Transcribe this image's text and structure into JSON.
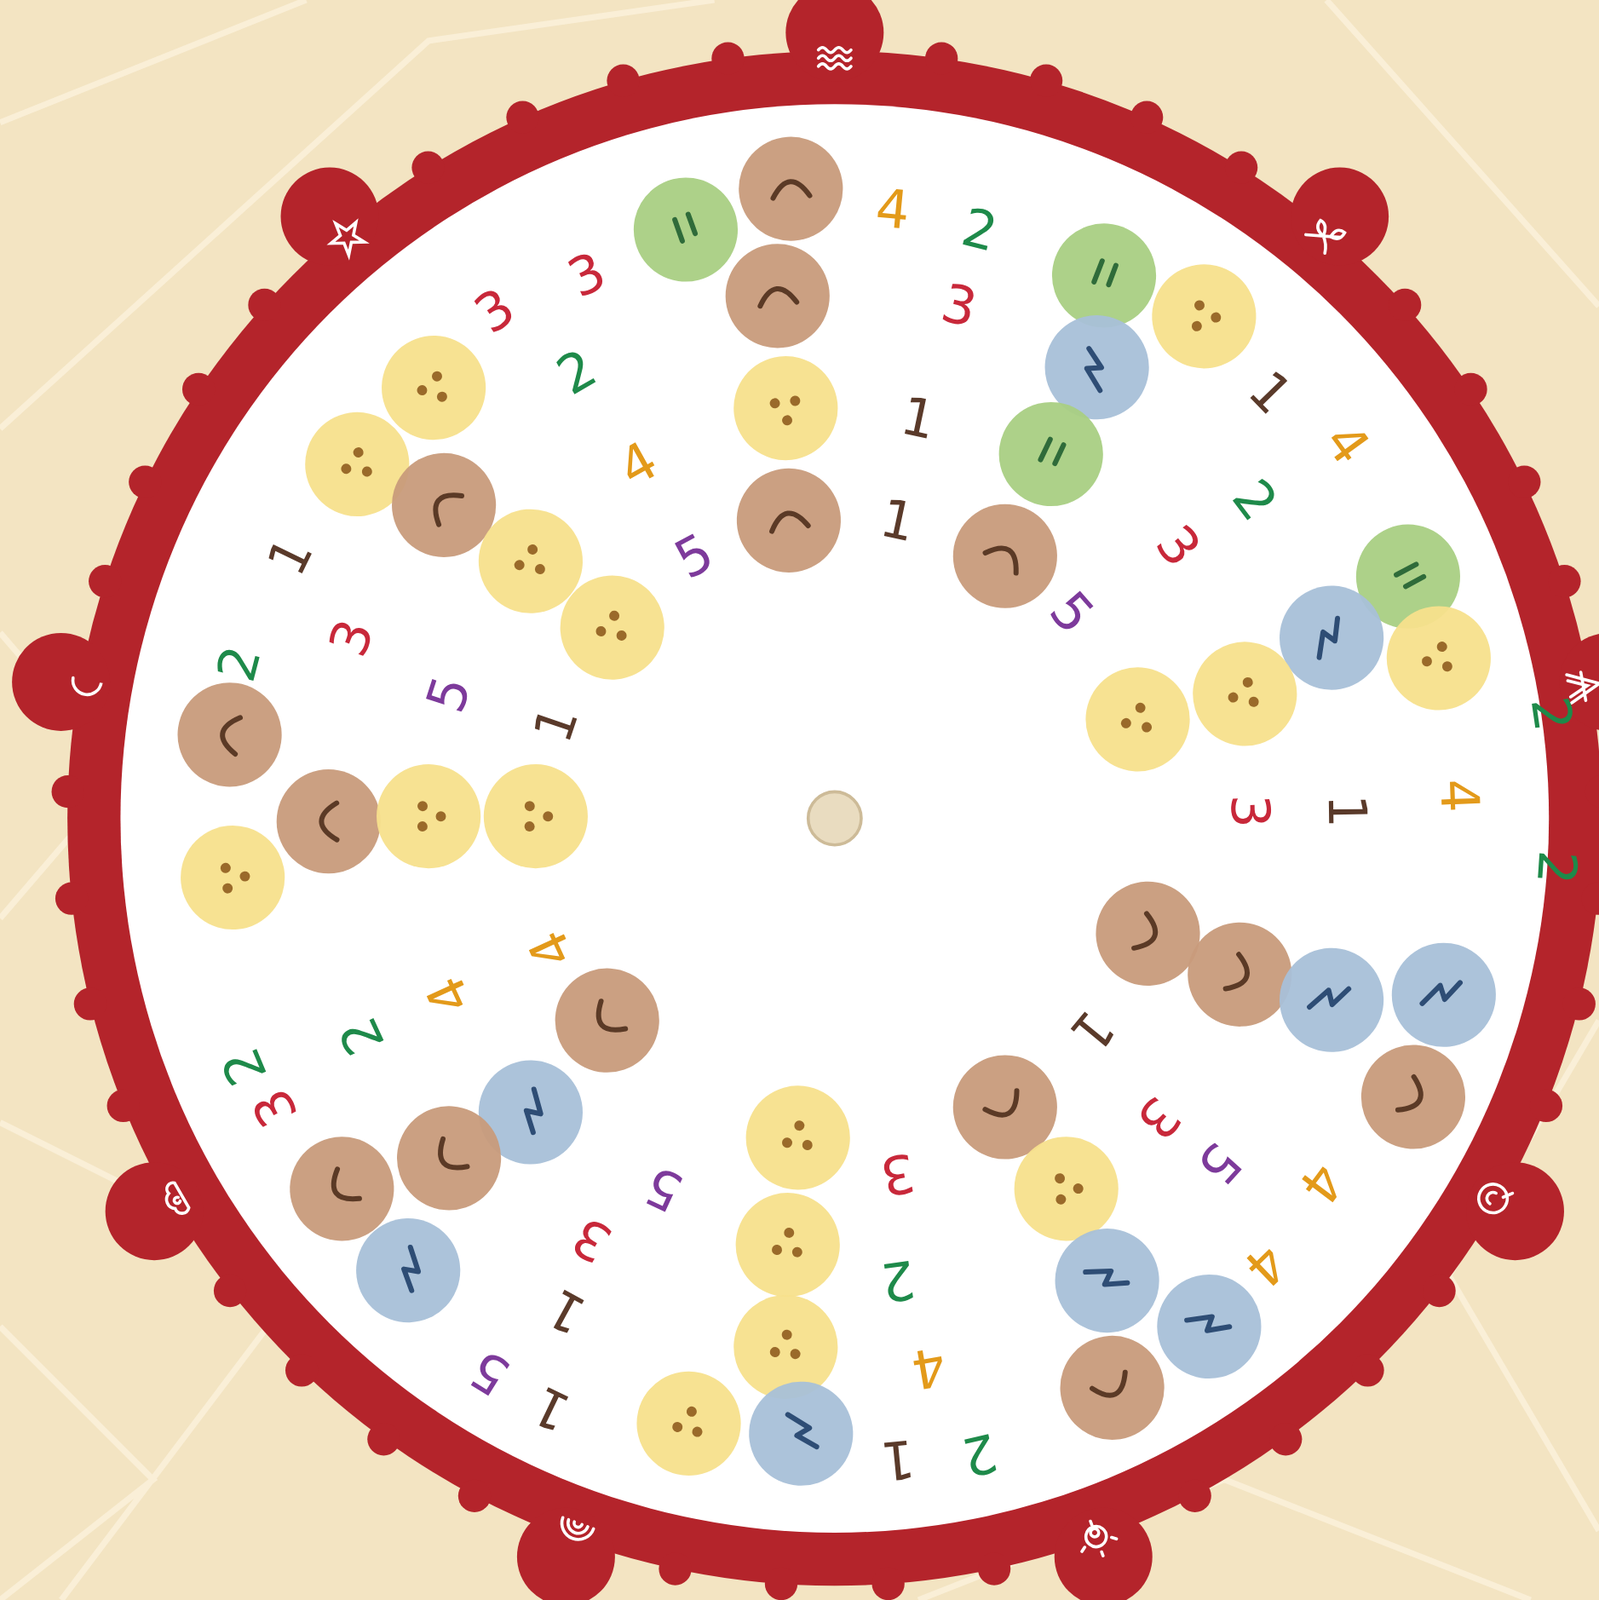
{
  "diagram": {
    "labels": [
      "4",
      "2",
      "3",
      "1",
      "1",
      "3",
      "3",
      "2",
      "4",
      "5",
      "1",
      "2",
      "3",
      "5",
      "1",
      "1",
      "4",
      "2",
      "3",
      "5",
      "2",
      "4",
      "1",
      "3",
      "2",
      "1",
      "3",
      "5",
      "4",
      "4",
      "3",
      "2",
      "4",
      "1",
      "2",
      "5",
      "3",
      "1",
      "5",
      "1",
      "2",
      "2",
      "4",
      "4",
      "3"
    ]
  }
}
